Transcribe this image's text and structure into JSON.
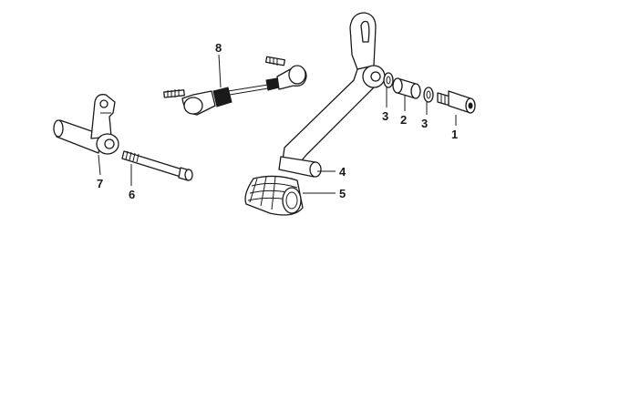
{
  "callouts": {
    "c1": "1",
    "c2": "2",
    "c3a": "3",
    "c3b": "3",
    "c4": "4",
    "c5": "5",
    "c6": "6",
    "c7": "7",
    "c8": "8"
  },
  "colors": {
    "ink": "#1a1a1a",
    "background": "#ffffff"
  }
}
